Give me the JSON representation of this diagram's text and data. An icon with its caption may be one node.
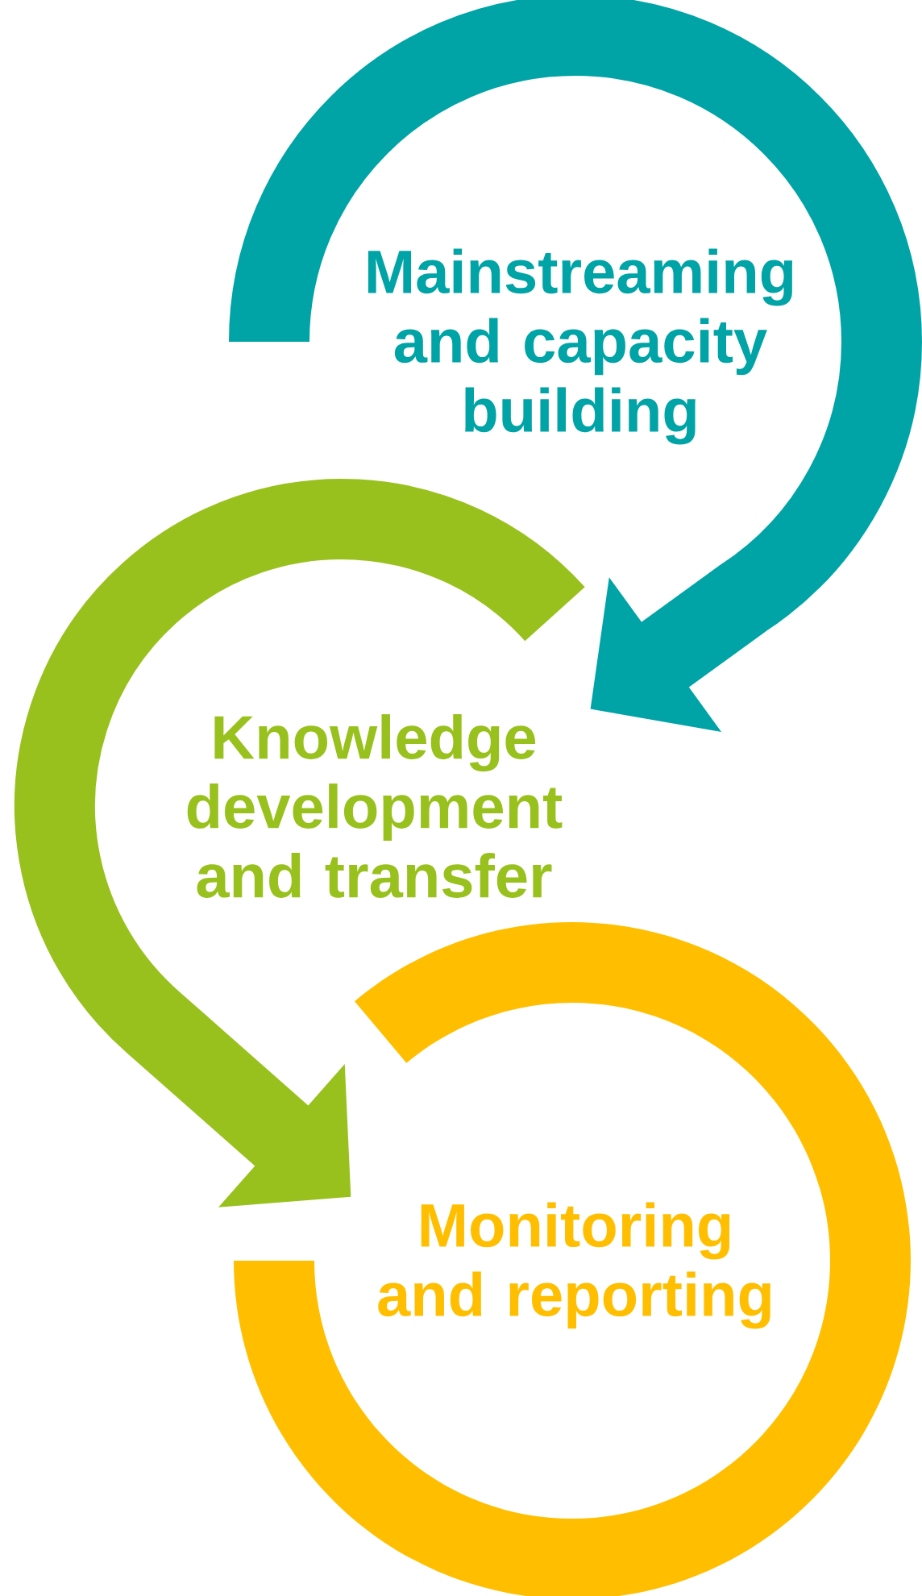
{
  "diagram": {
    "nodes": [
      {
        "text": [
          "Mainstreaming and capacity building"
        ]
      },
      {
        "text": [
          "Knowledge development and transfer"
        ]
      },
      {
        "text": [
          "Monitoring and reporting"
        ]
      }
    ],
    "edges": [
      {
        "from": 0,
        "to": 1,
        "arrow": "to",
        "color": "#00a3a6"
      },
      {
        "from": 1,
        "to": 2,
        "arrow": "to",
        "color": "#99c11e"
      }
    ]
  }
}
